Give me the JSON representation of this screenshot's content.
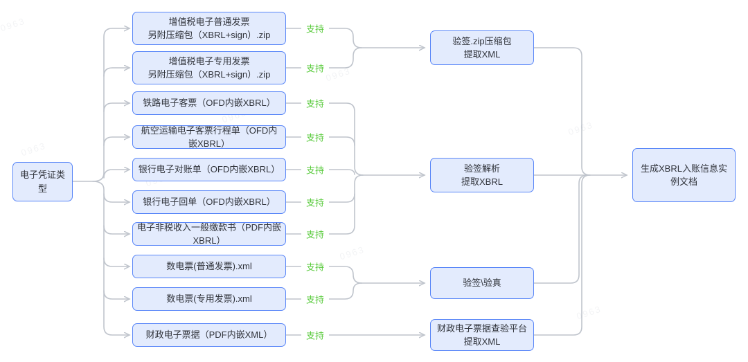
{
  "diagram": {
    "root": {
      "label": "电子凭证类型"
    },
    "edge_label": "支持",
    "sources": [
      {
        "label": "增值税电子普通发票\n另附压缩包（XBRL+sign）.zip"
      },
      {
        "label": "增值税电子专用发票\n另附压缩包（XBRL+sign）.zip"
      },
      {
        "label": "铁路电子客票（OFD内嵌XBRL）"
      },
      {
        "label": "航空运输电子客票行程单（OFD内嵌XBRL）"
      },
      {
        "label": "银行电子对账单（OFD内嵌XBRL）"
      },
      {
        "label": "银行电子回单（OFD内嵌XBRL）"
      },
      {
        "label": "电子非税收入一般缴款书（PDF内嵌XBRL）"
      },
      {
        "label": "数电票(普通发票).xml"
      },
      {
        "label": "数电票(专用发票).xml"
      },
      {
        "label": "财政电子票据（PDF内嵌XML）"
      }
    ],
    "processors": [
      {
        "label": "验签.zip压缩包\n提取XML"
      },
      {
        "label": "验签解析\n提取XBRL"
      },
      {
        "label": "验签\\验真"
      },
      {
        "label": "财政电子票据查验平台\n提取XML"
      }
    ],
    "output": {
      "label": "生成XBRL入账信息实例文档"
    },
    "colors": {
      "node_fill": "#e3ebfd",
      "node_border": "#5684f8",
      "edge": "#bfc4cc",
      "support_green": "#57ca3a",
      "text": "#30333a"
    },
    "watermark": "0963"
  }
}
